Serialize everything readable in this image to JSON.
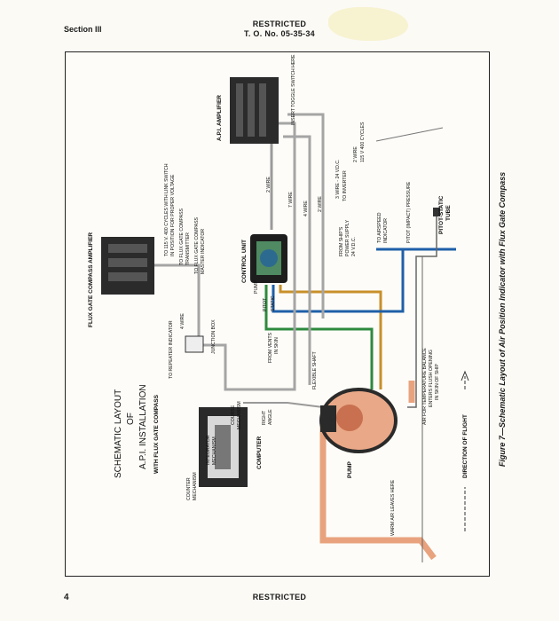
{
  "header": {
    "section": "Section III",
    "classification": "RESTRICTED",
    "tech_order": "T. O. No. 05-35-34"
  },
  "footer": {
    "page_number": "4",
    "classification": "RESTRICTED"
  },
  "figure": {
    "caption": "Figure 7—Schematic Layout of Air Position Indicator with Flux Gate Compass",
    "title_line1": "SCHEMATIC LAYOUT",
    "title_line2": "OF",
    "title_line3": "A.P.I. INSTALLATION",
    "title_line4": "WITH FLUX GATE COMPASS",
    "labels": {
      "amplifier": "A.P.I. AMPLIFIER",
      "insert_toggle": "INSERT TOGGLE SWITCH HERE",
      "wire_24v": "3 WIRE - 24 V.D.C.",
      "to_inverter": "TO INVERTER",
      "wire_115v_1": "2 WIRE",
      "wire_115v_2": "115 V 400 CYCLES",
      "ships_power_1": "FROM SHIP'S",
      "ships_power_2": "POWER SUPPLY",
      "ships_power_3": "24 V.D.C.",
      "wire_2a": "2 WIRE",
      "wire_7": "7 WIRE",
      "wire_4": "4 WIRE",
      "wire_2b": "2 WIRE",
      "control_unit": "CONTROL UNIT",
      "to_airspeed_1": "TO AIRSPEED",
      "to_airspeed_2": "INDICATOR",
      "pitot_pressure": "PITOT (IMPACT) PRESSURE",
      "pitot_tube_1": "PITOT-STATIC",
      "pitot_tube_2": "TUBE",
      "flux_amp": "FLUX GATE COMPASS AMPLIFIER",
      "to_115v_1": "TO 115 V. 400 CYCLES WITH LINK SWITCH",
      "to_115v_2": "IN POSITION FOR PROPER VOLTAGE",
      "to_transmitter_1": "TO FLUX GATE COMPASS",
      "to_transmitter_2": "TRANSMITTER",
      "to_master_1": "TO FLUX GATE COMPASS",
      "to_master_2": "MASTER INDICATOR",
      "wire_4_left": "4 WIRE",
      "junction_box": "JUNCTION BOX",
      "to_repeater": "TO REPEATER INDICATOR",
      "pump_small": "PUMP",
      "pitot_small": "PITOT",
      "static_small": "STATIC",
      "from_vents_1": "FROM VENTS",
      "from_vents_2": "IN SKIN",
      "flexible_shaft": "FLEXIBLE SHAFT",
      "course_mech_1": "COURSE",
      "course_mech_2": "MECHANISM",
      "integrator_1": "INTEGRATOR",
      "integrator_2": "MECHANISM",
      "counter_1": "COUNTER",
      "counter_2": "MECHANISM",
      "right_angle_1": "RIGHT",
      "right_angle_2": "ANGLE",
      "computer": "COMPUTER",
      "pump": "PUMP",
      "air_temp_1": "AIR FOR TEMPERATURE BALANCE",
      "air_temp_2": "ENTERS FLUSH OPENING",
      "air_temp_3": "IN SKIN OF SHIP",
      "direction": "DIRECTION OF FLIGHT",
      "warm_air": "WARM AIR LEAVES HERE"
    }
  },
  "colors": {
    "pitot_line": "#1f5fa8",
    "static_line": "#2e8a3e",
    "pump_line": "#c8902a",
    "warm_air": "#e8a37e",
    "ink": "#1a1a1a"
  }
}
